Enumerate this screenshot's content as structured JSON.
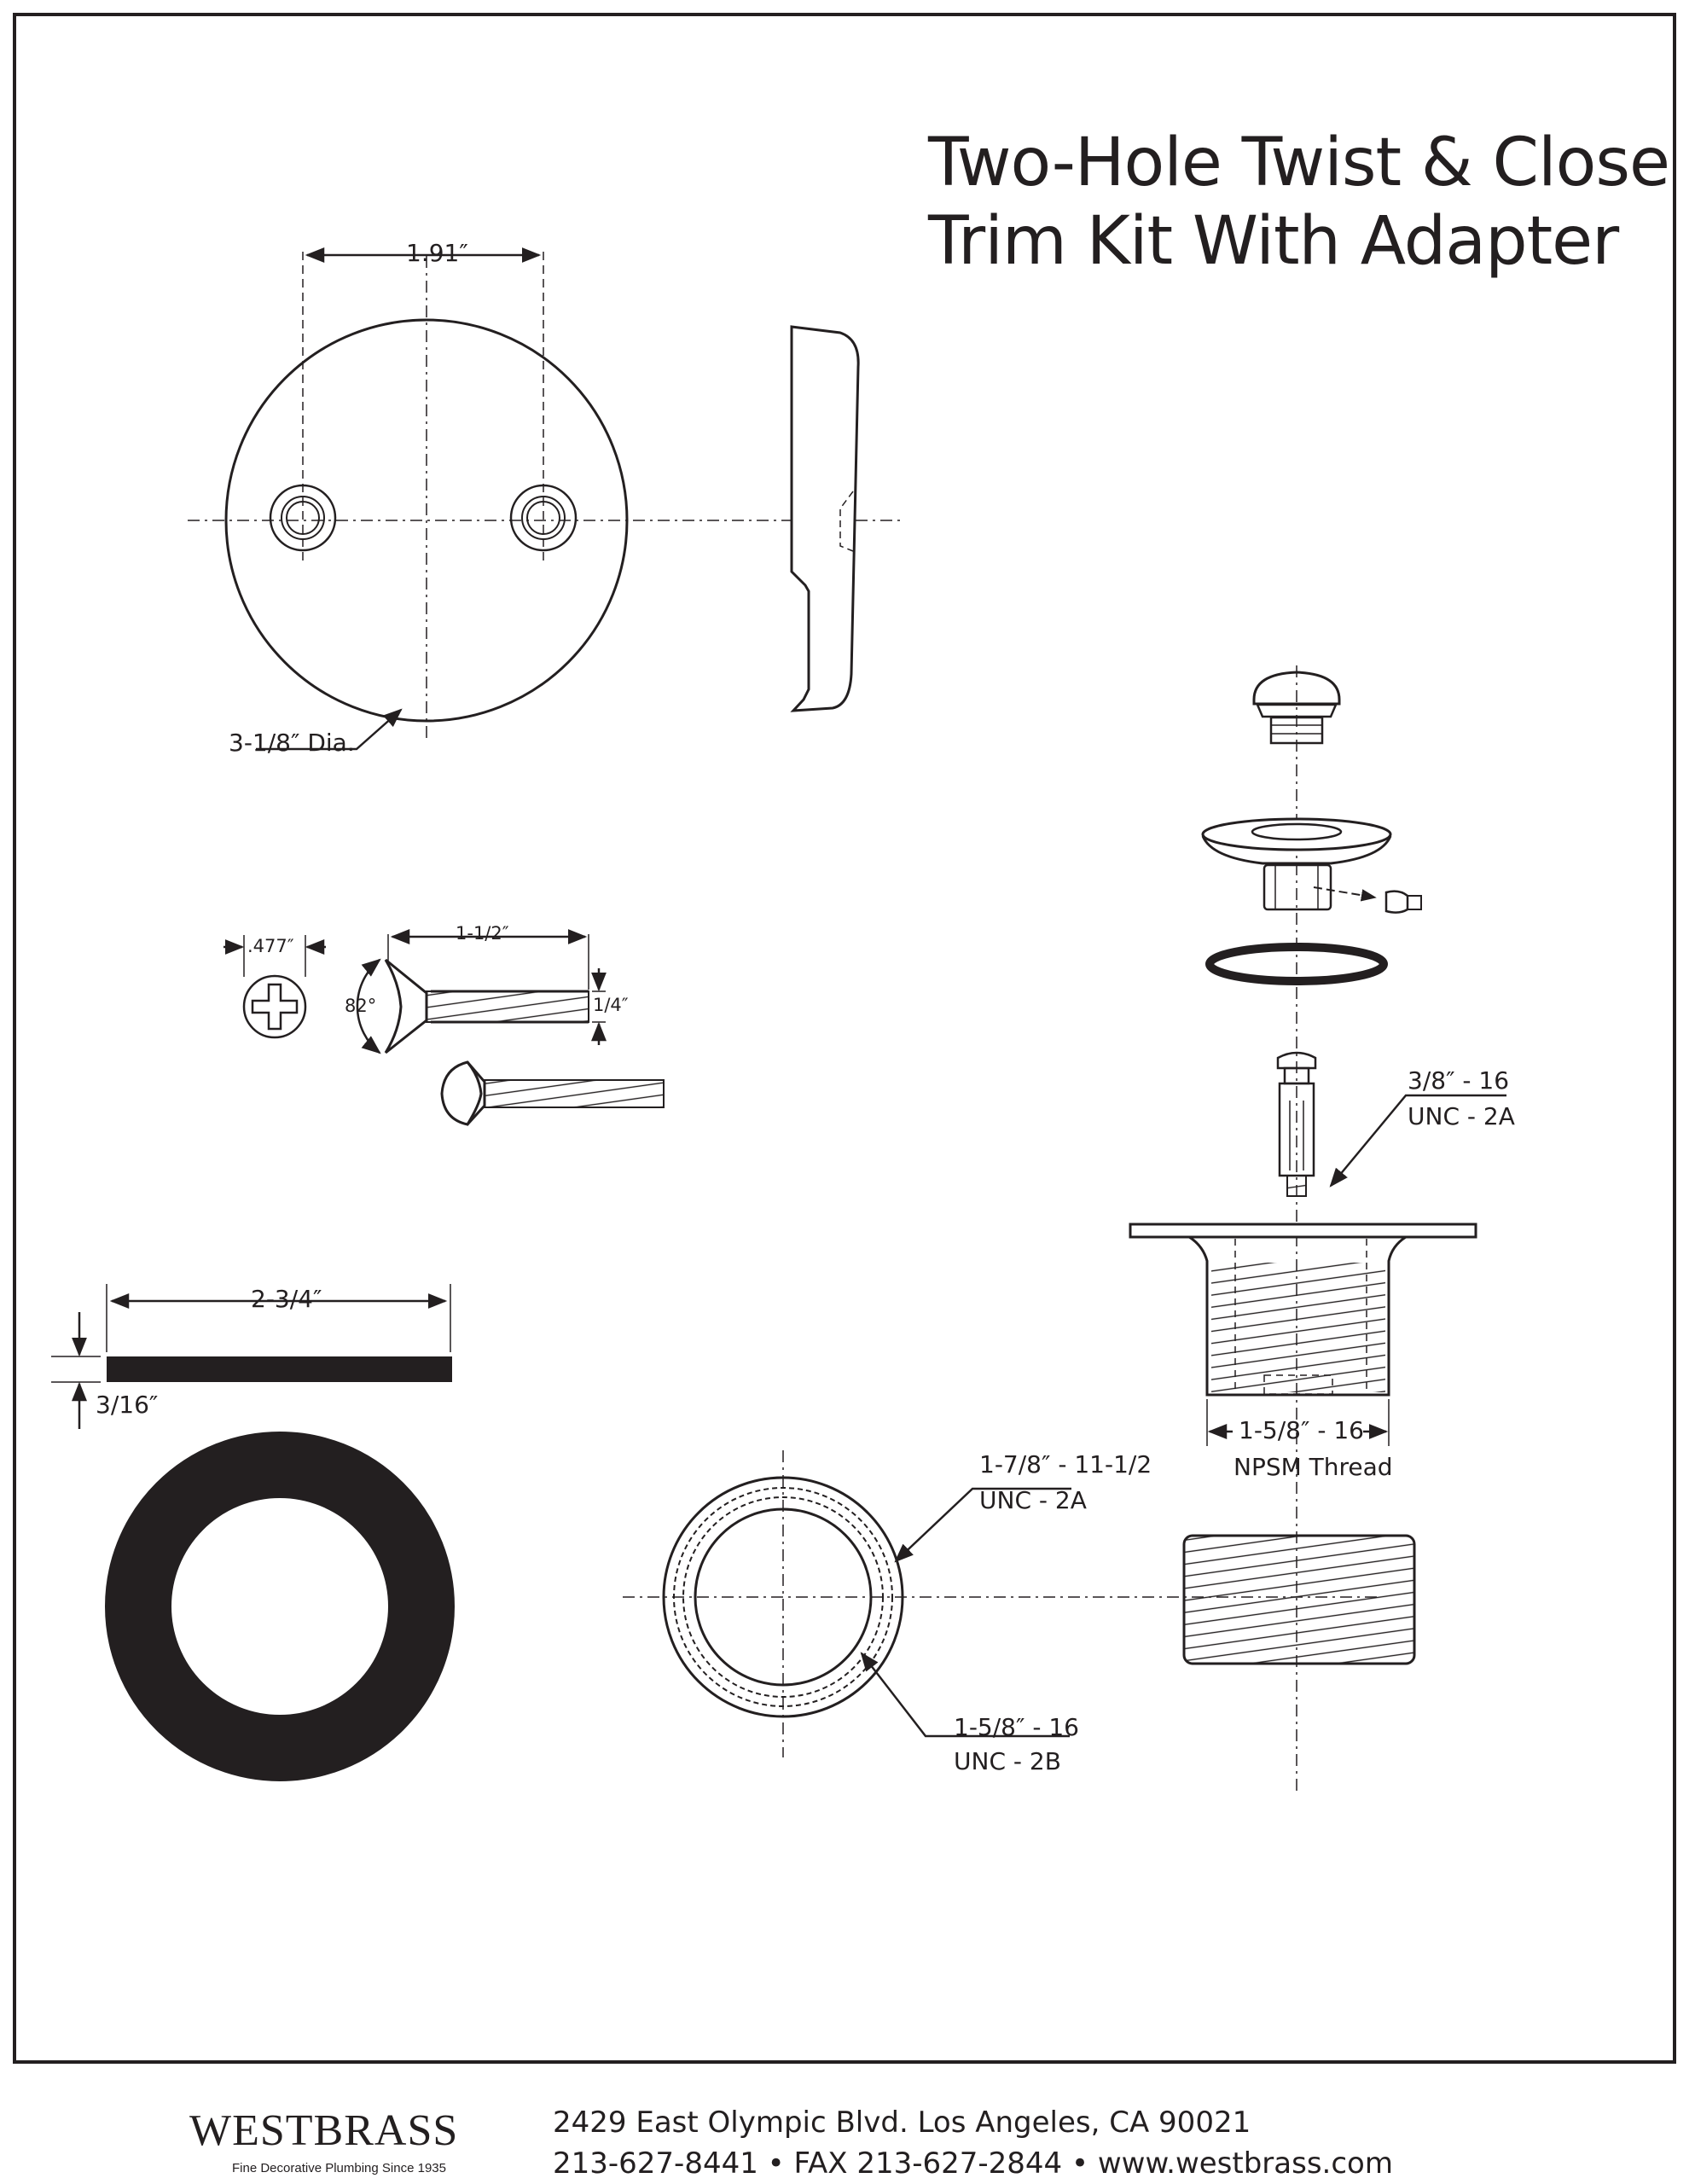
{
  "title": {
    "line1": "Two-Hole Twist & Close",
    "line2": "Trim Kit With Adapter"
  },
  "dimensions": {
    "hole_spacing": "1.91″",
    "plate_diameter": "3-1/8″ Dia.",
    "screw_head": ".477″",
    "screw_length": "1-1/2″",
    "screw_angle": "82°",
    "screw_shank": "1/4″",
    "gasket_width": "2-3/4″",
    "gasket_thickness": "3/16″",
    "stem_thread_1": "3/8″ - 16",
    "stem_thread_2": "UNC - 2A",
    "body_thread_1": "1-5/8″ - 16",
    "body_thread_2": "NPSM Thread",
    "adapter_outer_1": "1-7/8″ - 11-1/2",
    "adapter_outer_2": "UNC - 2A",
    "adapter_inner_1": "1-5/8″ - 16",
    "adapter_inner_2": "UNC - 2B"
  },
  "footer": {
    "brand": "WESTBRASS",
    "tagline": "Fine Decorative Plumbing Since 1935",
    "address": "2429 East Olympic Blvd. Los Angeles, CA  90021",
    "phones": "213-627-8441 • FAX 213-627-2844 • www.westbrass.com"
  }
}
